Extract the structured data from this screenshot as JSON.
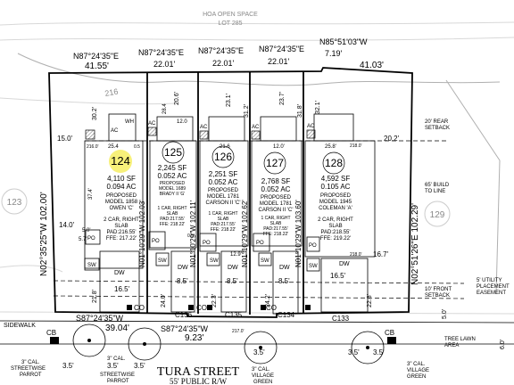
{
  "hoa_open_space": "HOA OPEN SPACE",
  "hoa_lot": "LOT 285",
  "rear_bearings": [
    "N87°24'35\"E",
    "N87°24'35\"E",
    "N87°24'35\"E",
    "N87°24'35\"E",
    "N85°51'03\"W"
  ],
  "rear_distances": [
    "41.55'",
    "22.01'",
    "22.01'",
    "22.01'",
    "7.19'",
    "41.03'"
  ],
  "rear_gray_label": "216",
  "left_bearing": "N02°35'25\"W 102.00'",
  "right_bearing": "N02°51'26\"E 102.29'",
  "lot_123": "123",
  "lot_129": "129",
  "setbacks": {
    "rear_left": "15.0'",
    "rear_right": "20.2'",
    "rear_setback_note": [
      "20' REAR",
      "SETBACK"
    ],
    "bldg_line_note": [
      "65' BUILD",
      "TO LINE"
    ],
    "left_side": "14.0'",
    "right_side": "16.7'",
    "utility_note": [
      "5' UTILITY",
      "PLACEMENT",
      "EASEMENT"
    ],
    "front_setback_note": [
      "10' FRONT",
      "SETBACK"
    ]
  },
  "lots": [
    {
      "num": "124",
      "sf": "4,110 SF",
      "ac": "0.094 AC",
      "lines": [
        "PROPOSED",
        "MODEL 1858",
        "OWEN 'C'",
        "2 CAR, RIGHT",
        "SLAB"
      ],
      "pad": "PAD:216.55'",
      "ffe": "FFE: 217.22'",
      "depth": "N01°10'29\"W 102.03'",
      "dims": [
        "30.2'",
        "25.4",
        "37.4'",
        "21.8'",
        "16.5'"
      ]
    },
    {
      "num": "125",
      "sf": "2,245 SF",
      "ac": "0.052 AC",
      "lines": [
        "PROPOSED",
        "MODEL 1689",
        "BRADY II 'G'",
        "1 CAR, RIGHT",
        "SLAB"
      ],
      "pad": "PAD:217.55'",
      "ffe": "FFE: 218.22'",
      "depth": "N01°10'29\"W 102.11'",
      "dims": [
        "20.6'",
        "28.4",
        "12.0",
        "24.0'",
        "8.5'"
      ]
    },
    {
      "num": "126",
      "sf": "2,251 SF",
      "ac": "0.052 AC",
      "lines": [
        "PROPOSED",
        "MODEL 1781",
        "CARSON II 'C'",
        "1 CAR, RIGHT",
        "SLAB"
      ],
      "pad": "PAD:217.55'",
      "ffe": "FFE: 218.22'",
      "depth": "N01°10'29\"W 102.62'",
      "dims": [
        "23.1'",
        "21.6",
        "12.9'",
        "22.3'",
        "8.5'"
      ]
    },
    {
      "num": "127",
      "sf": "2,768 SF",
      "ac": "0.052 AC",
      "lines": [
        "PROPOSED",
        "MODEL 1781",
        "CARSON II 'C'",
        "1 CAR, RIGHT",
        "SLAB"
      ],
      "pad": "PAD:217.55'",
      "ffe": "FFE: 218.22'",
      "depth": "N01°10'29\"W 103.60'",
      "dims": [
        "23.7'",
        "31.2'",
        "12.0'",
        "24.2'",
        "8.5'"
      ]
    },
    {
      "num": "128",
      "sf": "4,592 SF",
      "ac": "0.105 AC",
      "lines": [
        "PROPOSED",
        "MODEL 1945",
        "COLEMAN 'A'",
        "2 CAR, RIGHT",
        "SLAB"
      ],
      "pad": "PAD:218.55'",
      "ffe": "FFE: 219.22'",
      "depth": "",
      "dims": [
        "32.1'",
        "31.8'",
        "25.8'",
        "22.8'",
        "16.5'"
      ]
    }
  ],
  "labels_small": {
    "ac": "AC",
    "wh": "WH",
    "po": "PO",
    "sw": "SW",
    "dw": "DW",
    "co": "CO",
    "cb": "CB",
    "elev_216": "216.0'",
    "elev_218": "218.0'",
    "elev_217": "217.0'",
    "half": "0.5'",
    "half_ft": "0.5",
    "gap": "5.0'",
    "off": "5.7'"
  },
  "front_bearings": [
    "S87°24'35\"W",
    "39.04'",
    "S87°24'35\"W",
    "9.23'"
  ],
  "curb_labels": [
    "C136",
    "C135",
    "C134",
    "C133"
  ],
  "sidewalk": "SIDEWALK",
  "tree_lawn": [
    "TREE LAWN",
    "AREA"
  ],
  "street_name": "TURA STREET",
  "street_row": "55' PUBLIC R/W",
  "tree_spacing": "3.5'",
  "front_depth_right": "5.0'",
  "front_gap": "6.0'",
  "trees": [
    {
      "lines": [
        "3\" CAL.",
        "STREETWISE",
        "PARROT"
      ]
    },
    {
      "lines": [
        "3\" CAL.",
        "STREETWISE",
        "PARROT"
      ]
    },
    {
      "lines": [
        "3\" CAL.",
        "VILLAGE",
        "GREEN"
      ]
    },
    {
      "lines": [
        "3\" CAL.",
        "VILLAGE",
        "GREEN"
      ]
    }
  ]
}
